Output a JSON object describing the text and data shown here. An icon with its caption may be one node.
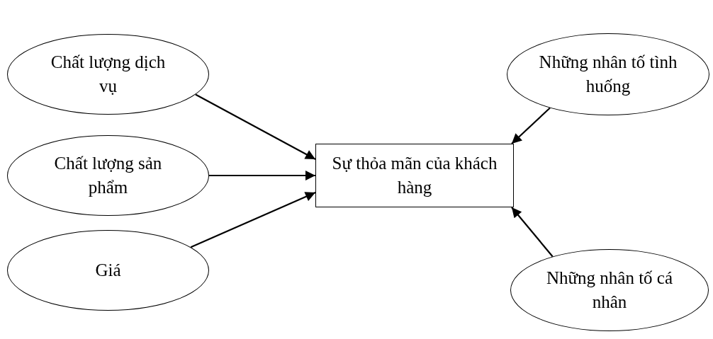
{
  "diagram": {
    "nodes": [
      {
        "text": [
          "Chất lượng dịch vụ"
        ]
      },
      {
        "text": [
          "Chất lượng sản phẩm"
        ]
      },
      {
        "text": [
          "Giá"
        ]
      },
      {
        "text": [
          "Sự thỏa mãn của khách hàng"
        ]
      },
      {
        "text": [
          "Những nhân tố tình huống"
        ]
      },
      {
        "text": [
          "Những nhân tố cá nhân"
        ]
      }
    ],
    "edges": [
      {
        "from": 0,
        "to": 3,
        "arrow": "to"
      },
      {
        "from": 1,
        "to": 3,
        "arrow": "to"
      },
      {
        "from": 2,
        "to": 3,
        "arrow": "to"
      },
      {
        "from": 4,
        "to": 3,
        "arrow": "to"
      },
      {
        "from": 5,
        "to": 3,
        "arrow": "to"
      }
    ]
  }
}
